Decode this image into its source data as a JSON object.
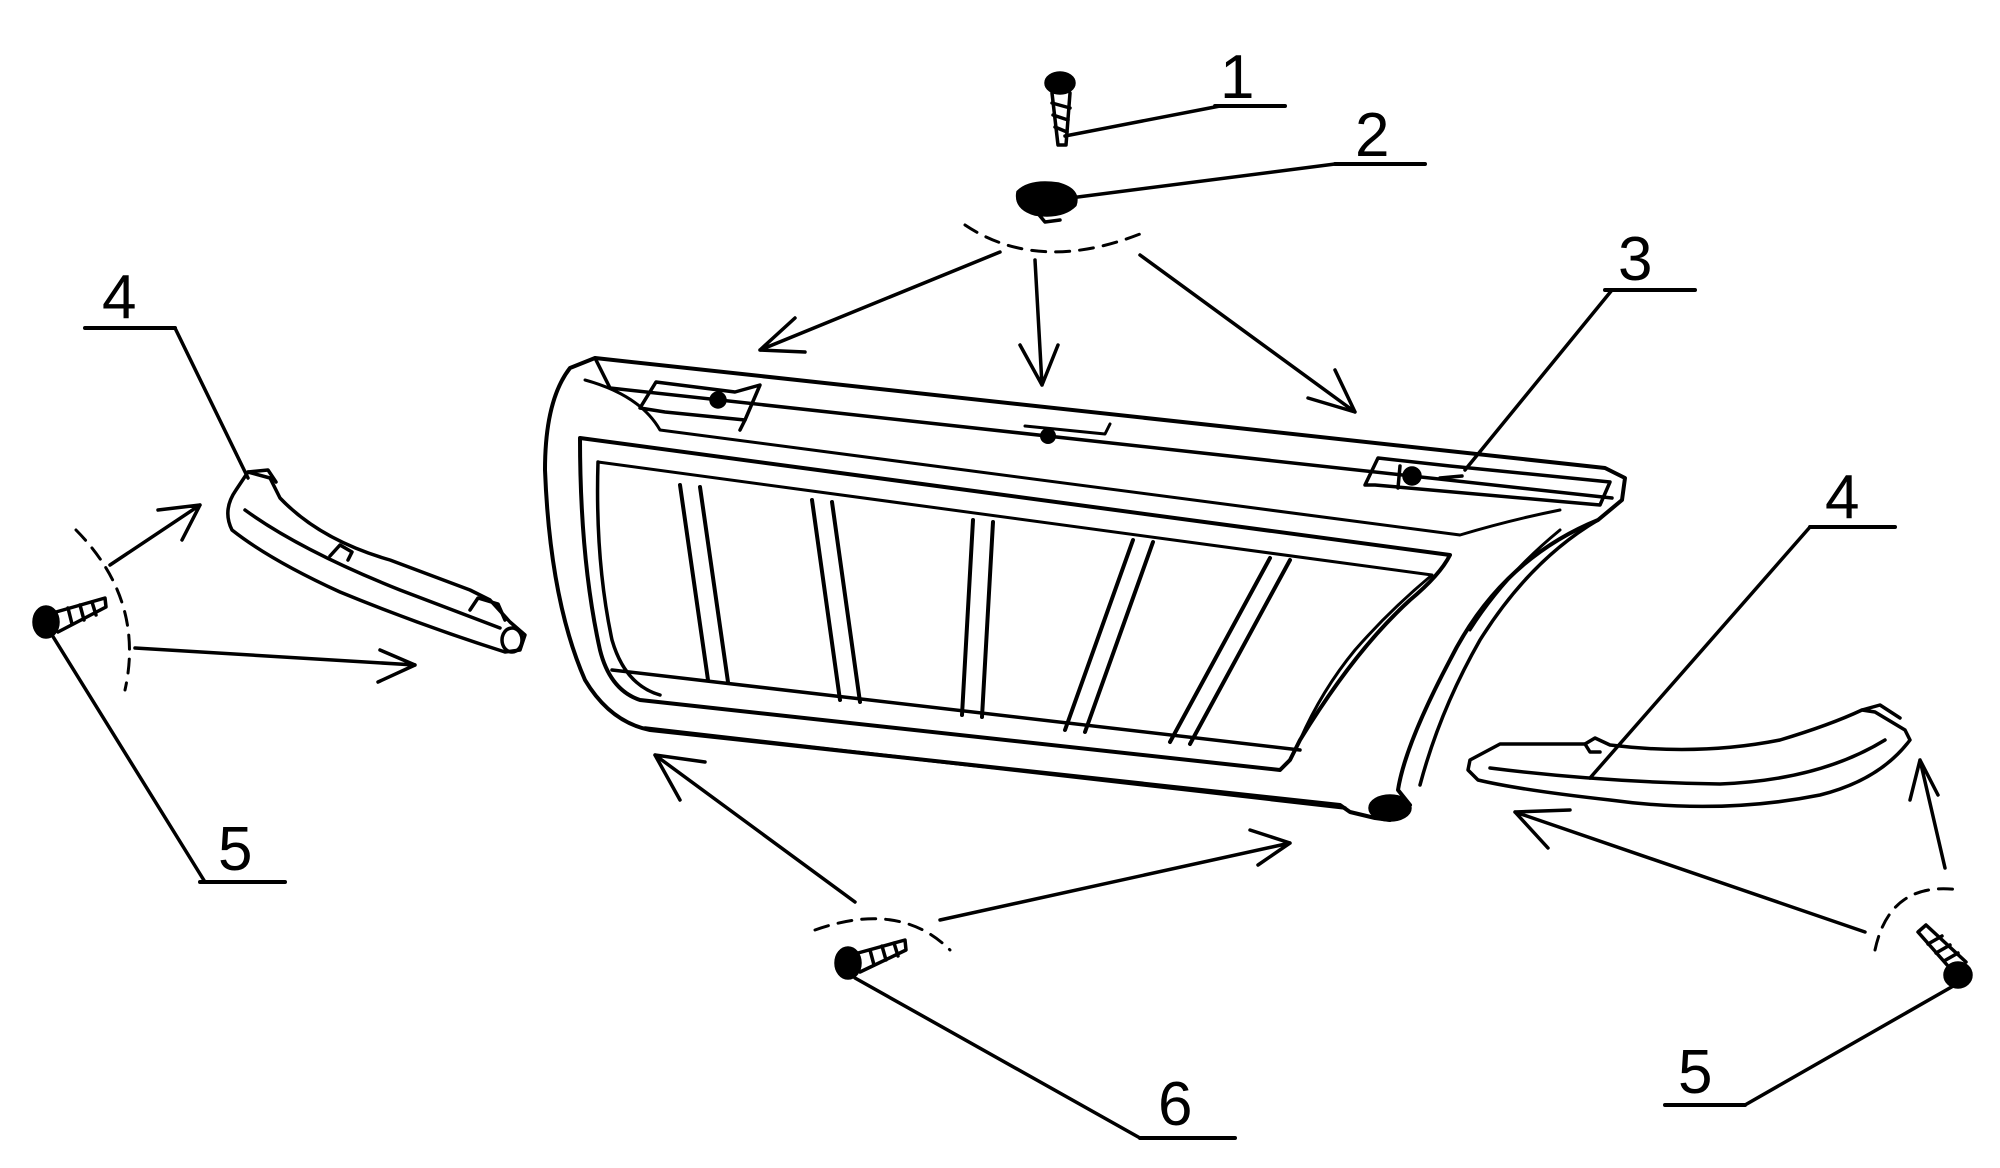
{
  "callouts": [
    {
      "label": "1"
    },
    {
      "label": "2"
    },
    {
      "label": "3"
    },
    {
      "label": "4"
    },
    {
      "label": "4"
    },
    {
      "label": "5"
    },
    {
      "label": "5"
    },
    {
      "label": "6"
    }
  ],
  "colors": {
    "ink": "#000000",
    "paper": "#ffffff"
  }
}
